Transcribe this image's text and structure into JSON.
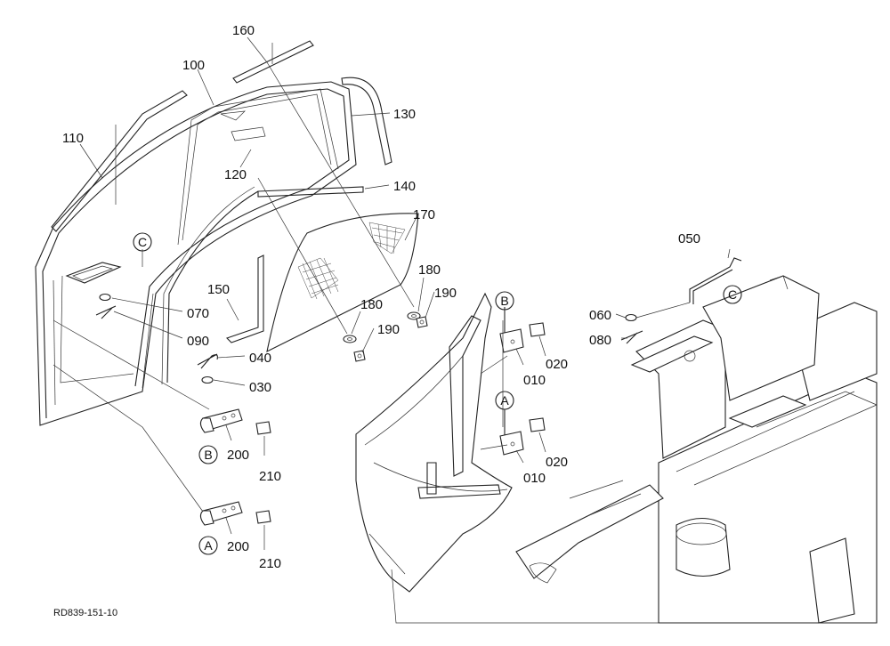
{
  "labels": {
    "l160": "160",
    "l100": "100",
    "l110": "110",
    "l130": "130",
    "l120": "120",
    "l140": "140",
    "l170": "170",
    "l050": "050",
    "l180a": "180",
    "l190a": "190",
    "l180b": "180",
    "l190b": "190",
    "l070": "070",
    "l090": "090",
    "l150": "150",
    "l040": "040",
    "l030": "030",
    "l200a": "200",
    "l210a": "210",
    "l200b": "200",
    "l210b": "210",
    "l010a": "010",
    "l020a": "020",
    "l010b": "010",
    "l020b": "020",
    "l060": "060",
    "l080": "080"
  },
  "refs": {
    "c_left": "C",
    "c_right": "C",
    "b_left": "B",
    "b_right": "B",
    "a_left": "A",
    "a_right": "A"
  },
  "drawing_code": "RD839-151-10"
}
